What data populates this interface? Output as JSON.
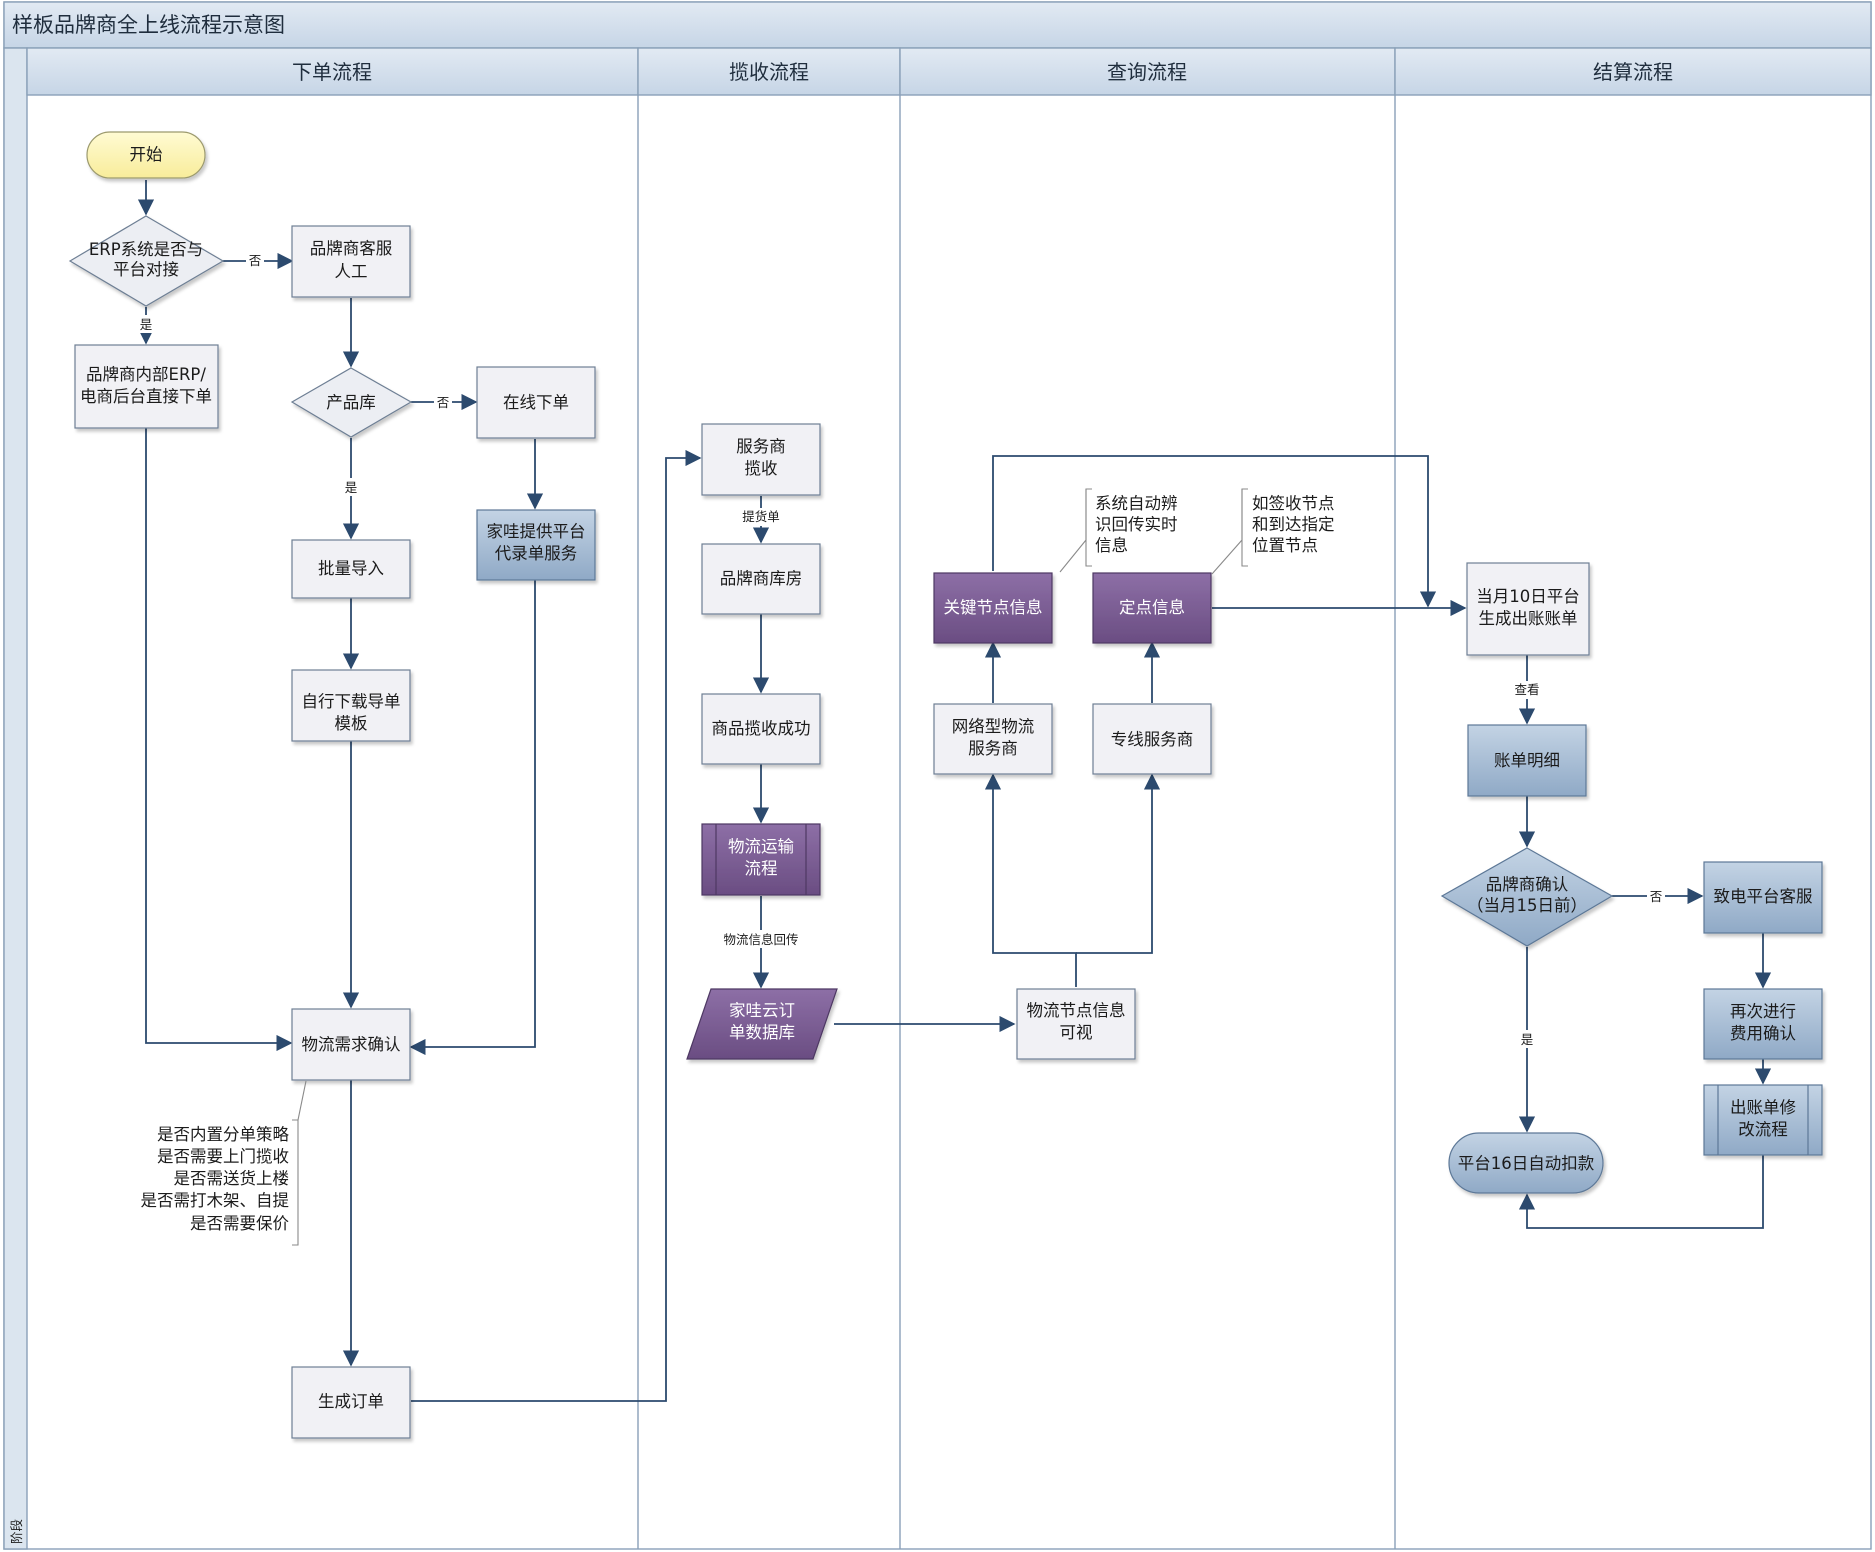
{
  "title": "样板品牌商全上线流程示意图",
  "side_label": "阶段",
  "lanes": [
    "下单流程",
    "揽收流程",
    "查询流程",
    "结算流程"
  ],
  "colors": {
    "header": "#cfdcea",
    "process_fill": "#f1f1f5",
    "start_fill": "#fdf5b6",
    "blue_fill": "#a9bfd6",
    "purple_fill": "#7b5e93",
    "stroke": "#2c4a6e"
  },
  "nodes": {
    "start": "开始",
    "erp_check": [
      "ERP系统是否与",
      "平台对接"
    ],
    "manual_service": [
      "品牌商客服",
      "人工"
    ],
    "internal_erp": [
      "品牌商内部ERP/",
      "电商后台直接下单"
    ],
    "product_lib": "产品库",
    "online_order": "在线下单",
    "proxy_entry": [
      "家哇提供平台",
      "代录单服务"
    ],
    "batch_import": "批量导入",
    "download_template": [
      "自行下载导单",
      "模板"
    ],
    "logistics_confirm": "物流需求确认",
    "generate_order": "生成订单",
    "provider_pickup": [
      "服务商",
      "揽收"
    ],
    "brand_warehouse": "品牌商库房",
    "pickup_success": "商品揽收成功",
    "transport_process": [
      "物流运输",
      "流程"
    ],
    "cloud_db": [
      "家哇云订",
      "单数据库"
    ],
    "key_node_info": "关键节点信息",
    "fixed_point_info": "定点信息",
    "network_provider": [
      "网络型物流",
      "服务商"
    ],
    "dedicated_provider": "专线服务商",
    "node_visible": [
      "物流节点信息",
      "可视"
    ],
    "monthly_bill": [
      "当月10日平台",
      "生成出账账单"
    ],
    "bill_detail": "账单明细",
    "brand_confirm": [
      "品牌商确认",
      "（当月15日前）"
    ],
    "call_service": "致电平台客服",
    "reconfirm_fee": [
      "再次进行",
      "费用确认"
    ],
    "bill_revise": [
      "出账单修",
      "改流程"
    ],
    "auto_debit": "平台16日自动扣款"
  },
  "edge_labels": {
    "no": "否",
    "yes": "是",
    "pickup_slip": "提货单",
    "info_return": "物流信息回传",
    "view": "查看"
  },
  "notes": {
    "order_options": [
      "是否内置分单策略",
      "是否需要上门揽收",
      "是否需送货上楼",
      "是否需打木架、自提",
      "是否需要保价"
    ],
    "auto_identify": [
      "系统自动辨",
      "识回传实时",
      "信息"
    ],
    "sign_nodes": [
      "如签收节点",
      "和到达指定",
      "位置节点"
    ]
  }
}
